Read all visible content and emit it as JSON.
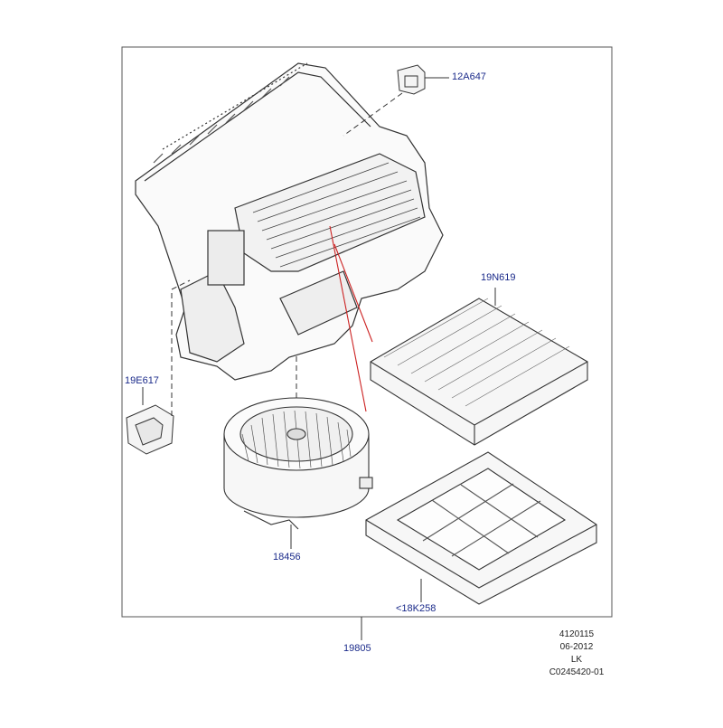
{
  "callouts": {
    "sensor": "12A647",
    "cabin_filter": "19N619",
    "actuator": "19E617",
    "blower_motor": "18456",
    "filter_housing": "<18K258",
    "assembly": "19805"
  },
  "info_block": {
    "line1": "4120115",
    "line2": "06-2012",
    "line3": "LK",
    "line4": "C0245420-01"
  },
  "colors": {
    "callout_text": "#1a2a8a",
    "leader_line": "#cc2222",
    "frame": "#555555"
  }
}
